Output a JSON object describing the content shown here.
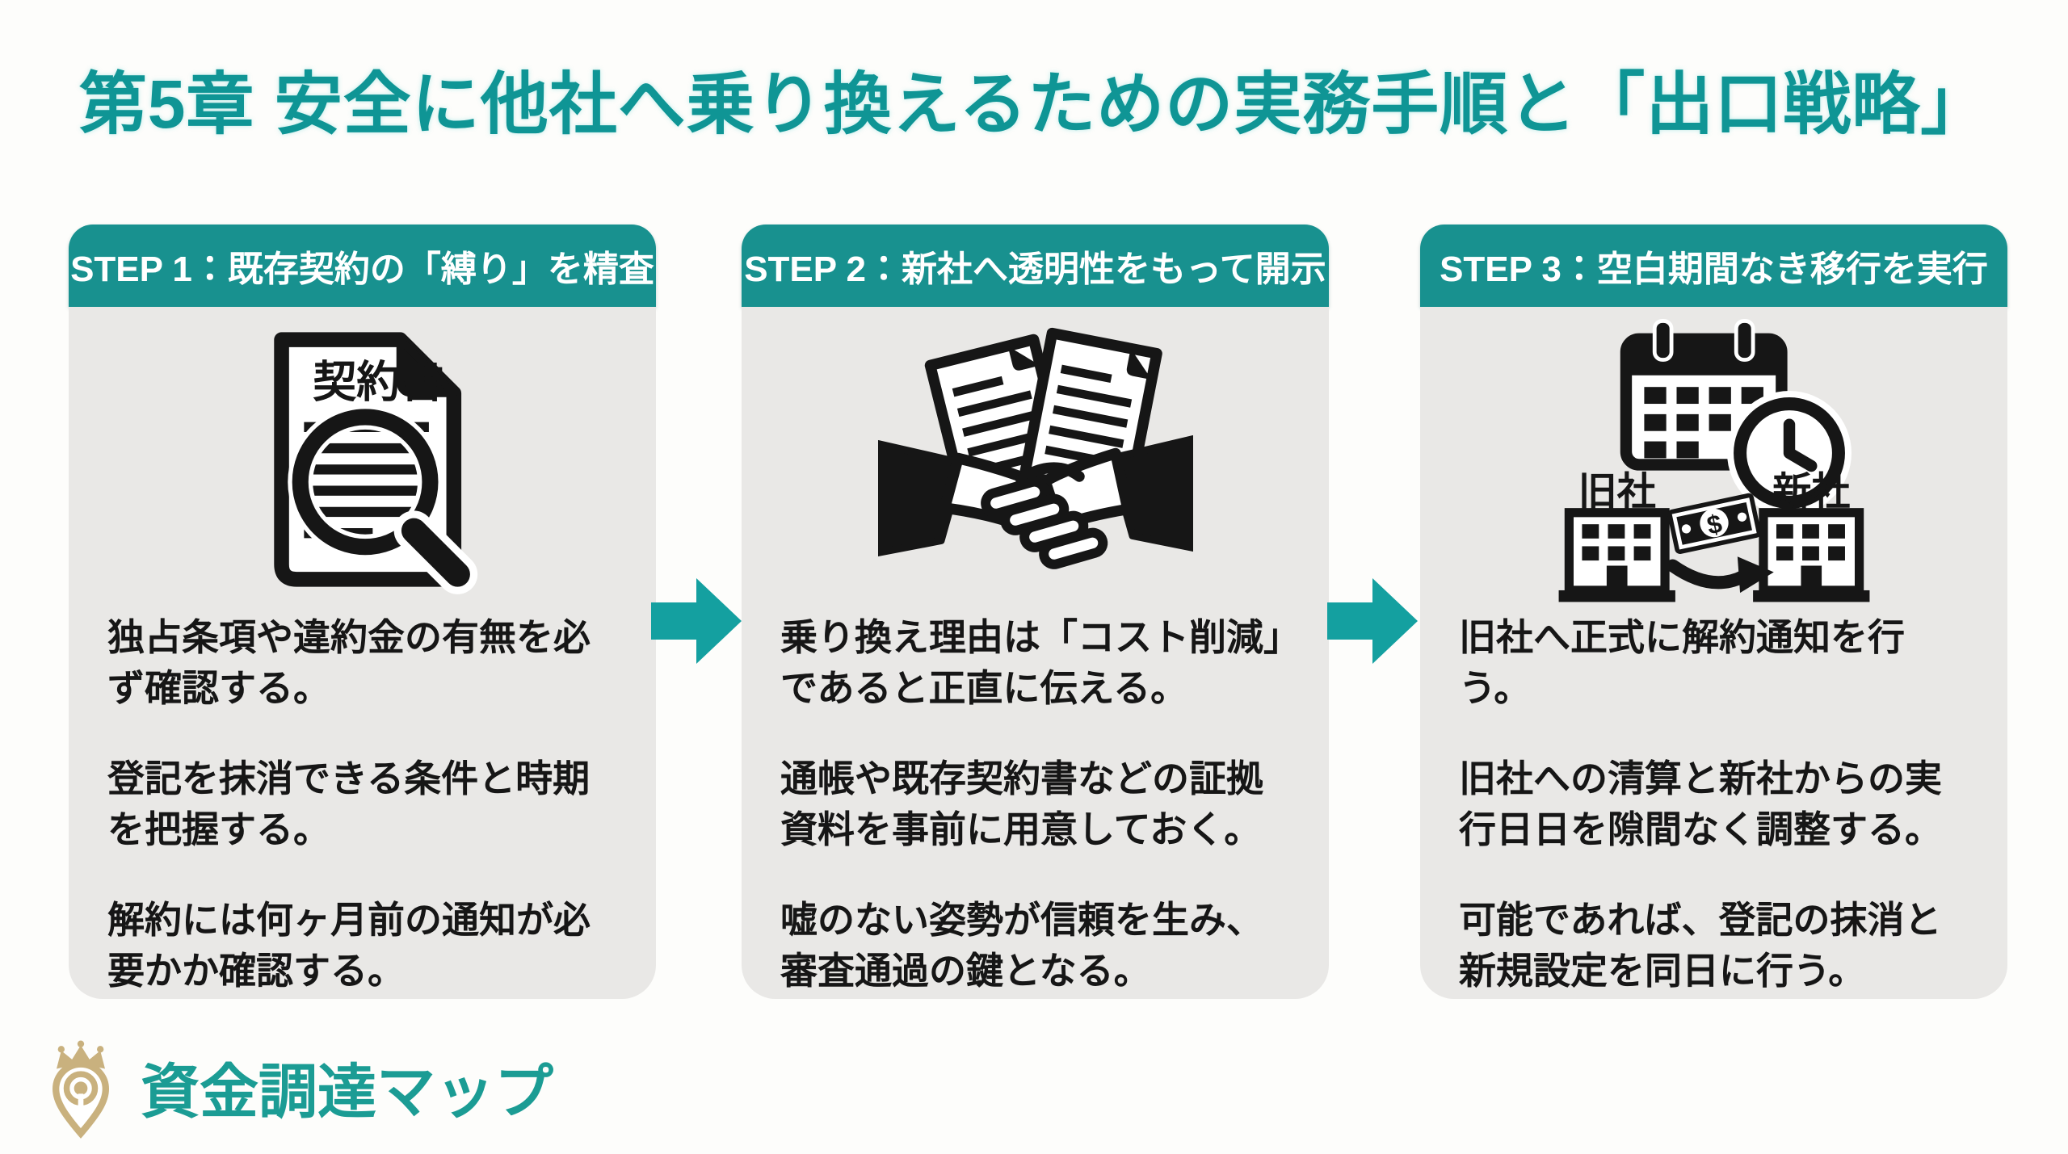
{
  "title": "第5章 安全に他社へ乗り換えるための実務手順と「出口戦略」",
  "colors": {
    "title_teal": "#0f9595",
    "header_teal": "#18918f",
    "arrow_teal": "#14a0a0",
    "card_grey": "#e9e8e6",
    "text_black": "#161616",
    "logo_gold": "#c9b17e",
    "logo_text_teal": "#1b9c94"
  },
  "steps": [
    {
      "header": "STEP 1：既存契約の「縛り」を精査",
      "icon": "contract-magnifier-icon",
      "document_label": "契約書",
      "points": [
        "独占条項や違約金の有無を必ず確認する。",
        "登記を抹消できる条件と時期を把握する。",
        "解約には何ヶ月前の通知が必要かか確認する。"
      ]
    },
    {
      "header": "STEP 2：新社へ透明性をもって開示",
      "icon": "handshake-documents-icon",
      "points": [
        "乗り換え理由は「コスト削減」であると正直に伝える。",
        "通帳や既存契約書などの証拠資料を事前に用意しておく。",
        "嘘のない姿勢が信頼を生み、審査通過の鍵となる。"
      ]
    },
    {
      "header": "STEP 3：空白期間なき移行を実行",
      "icon": "calendar-company-transfer-icon",
      "old_company_label": "旧社",
      "new_company_label": "新社",
      "money_symbol": "$",
      "points": [
        "旧社へ正式に解約通知を行う。",
        "旧社への清算と新社からの実行日日を隙間なく調整する。",
        "可能であれば、登記の抹消と新規設定を同日に行う。"
      ]
    }
  ],
  "footer": {
    "logo_text": "資金調達マップ"
  }
}
